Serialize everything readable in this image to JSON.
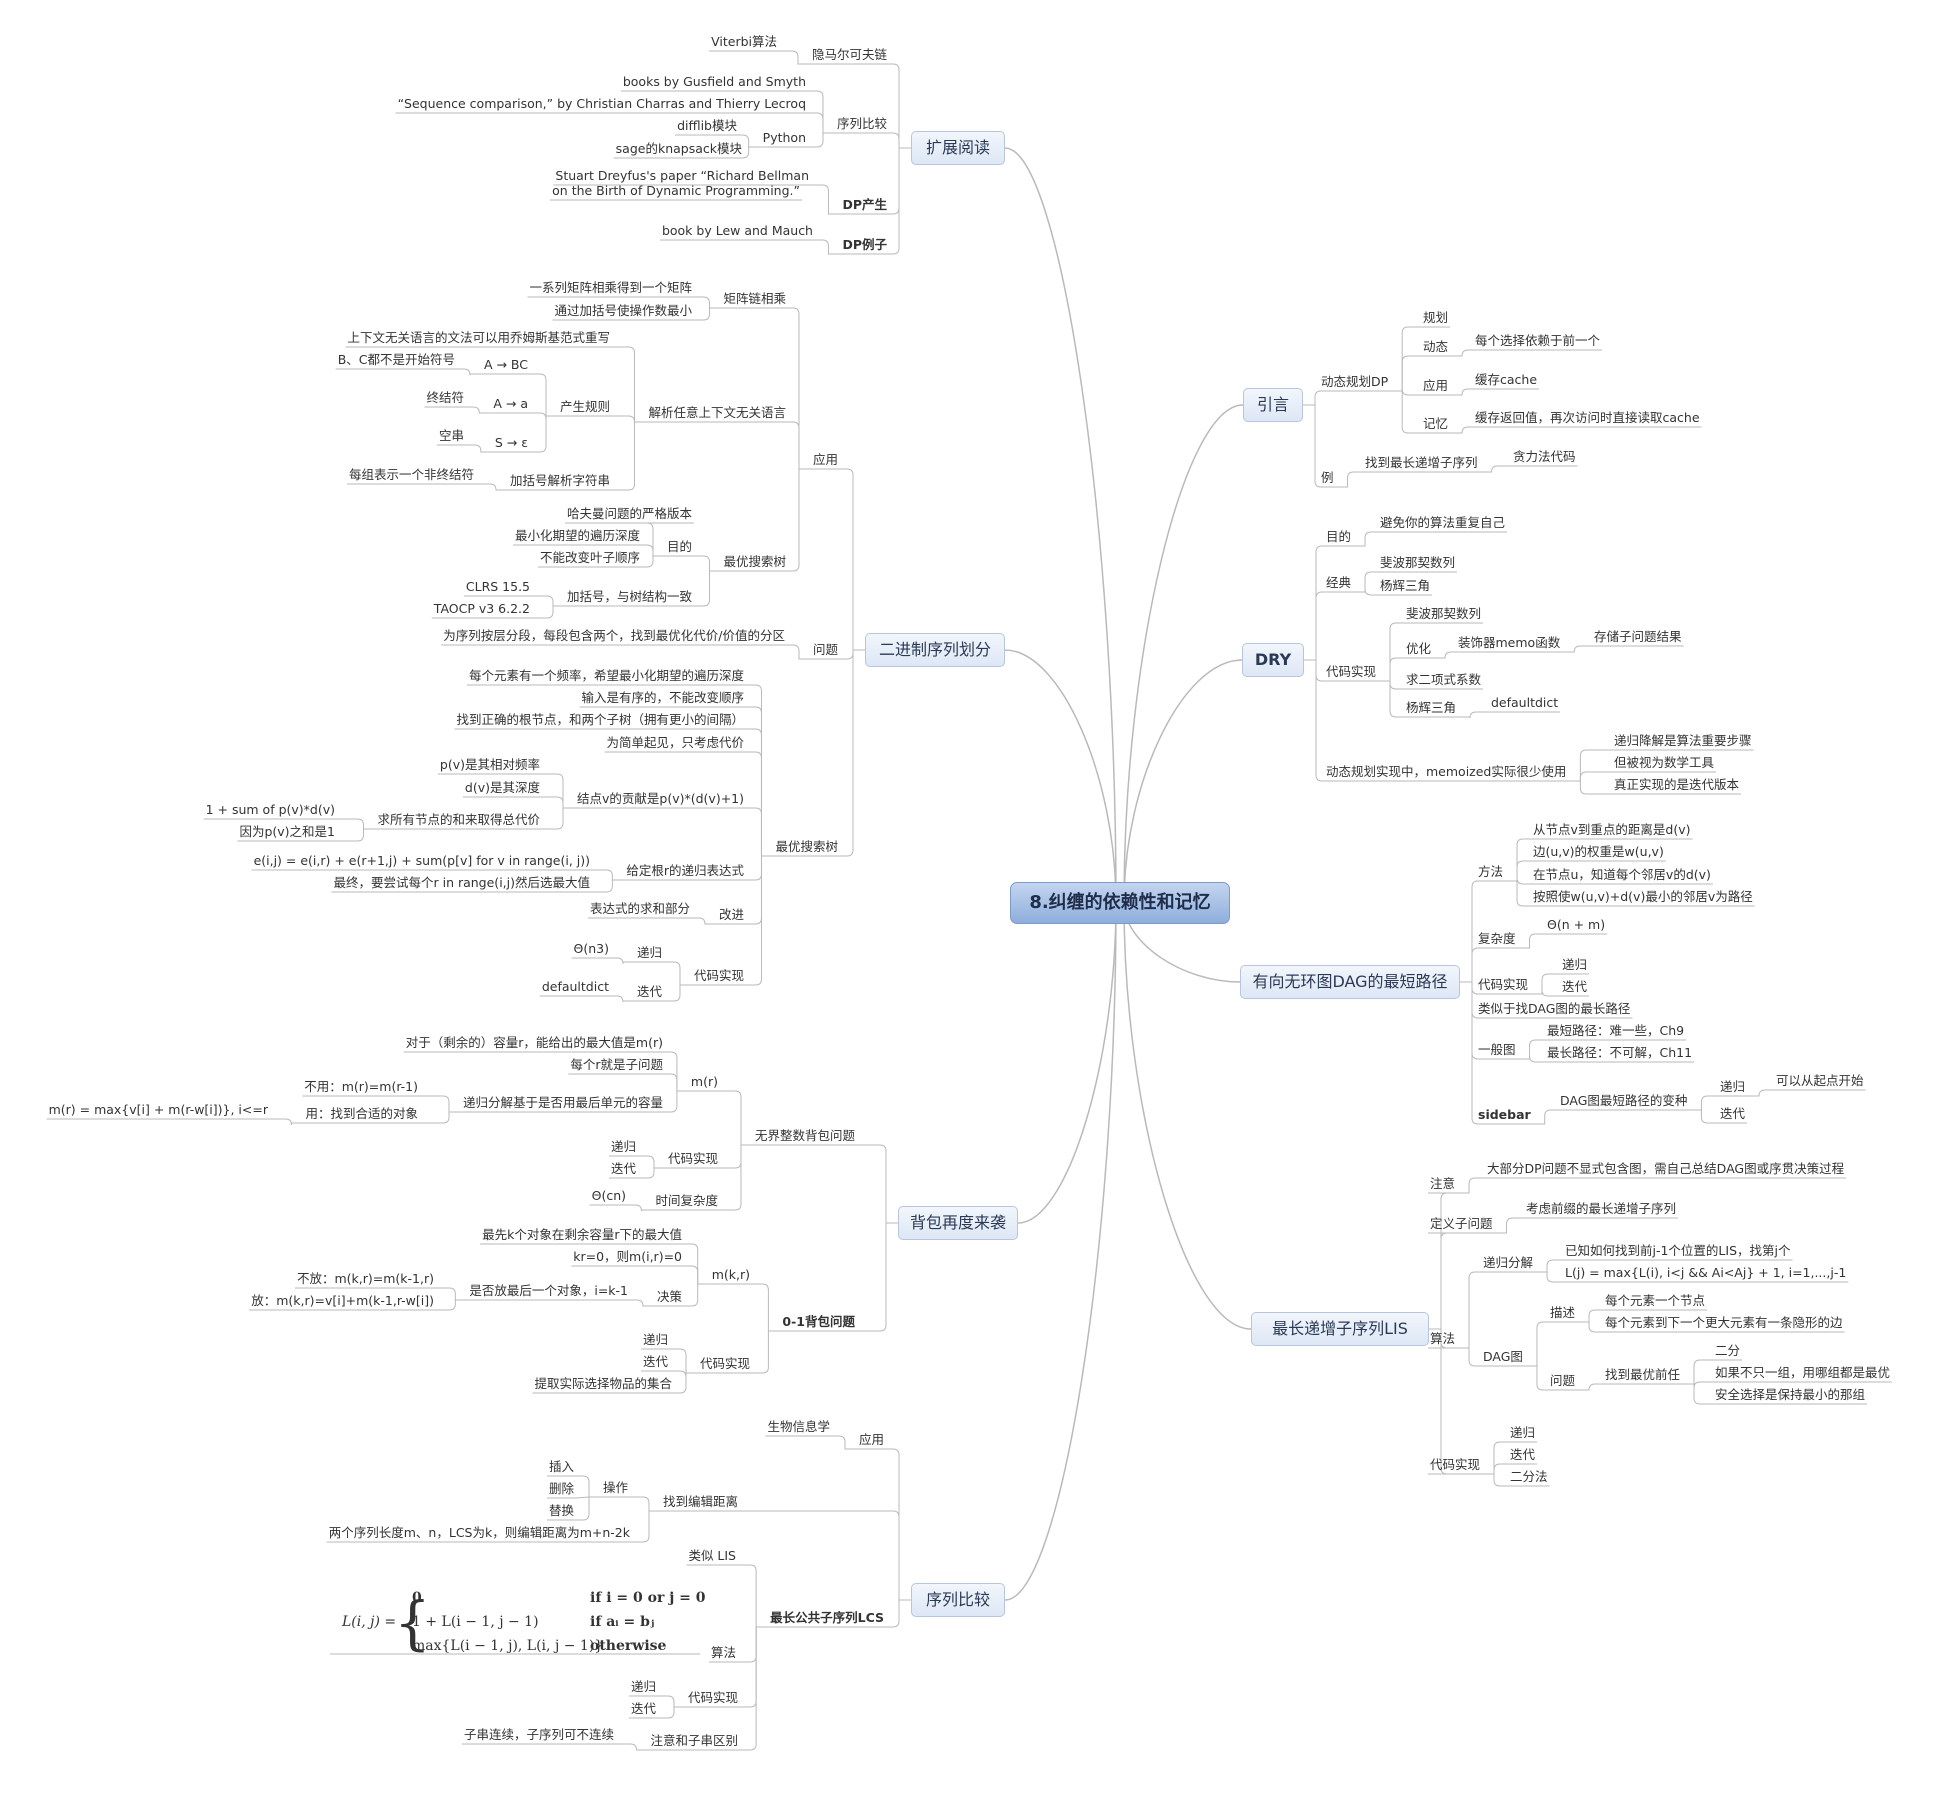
{
  "central": "8.纠缠的依赖性和记忆",
  "topics": {
    "t_ext": "扩展阅读",
    "t_bin": "二进制序列划分",
    "t_bag": "背包再度来袭",
    "t_seq": "序列比较",
    "t_intro": "引言",
    "t_dry": "DRY",
    "t_dag": "有向无环图DAG的最短路径",
    "t_lis": "最长递增子序列LIS"
  },
  "labels": {
    "e1": "隐马尔可夫链",
    "e1a": "Viterbi算法",
    "e2": "序列比较",
    "e2a": "books by Gusfield and Smyth",
    "e2b": "“Sequence comparison,” by Christian Charras and Thierry Lecroq",
    "e2c": "Python",
    "e2c1": "difflib模块",
    "e2c2": "sage的knapsack模块",
    "e3": "DP产生",
    "e3a1": "Stuart Dreyfus's paper “Richard Bellman",
    "e3a2": "on the Birth of Dynamic Programming.”",
    "e4": "DP例子",
    "e4a": "book by Lew and Mauch",
    "b1": "应用",
    "b1a": "矩阵链相乘",
    "b1a1": "一系列矩阵相乘得到一个矩阵",
    "b1a2": "通过加括号使操作数最小",
    "b1b": "解析任意上下文无关语言",
    "b1b1": "上下文无关语言的文法可以用乔姆斯基范式重写",
    "b1b2": "产生规则",
    "b1b2a": "A → BC",
    "b1b2a1": "B、C都不是开始符号",
    "b1b2b": "A → a",
    "b1b2b1": "终结符",
    "b1b2c": "S → ε",
    "b1b2c1": "空串",
    "b1b3": "加括号解析字符串",
    "b1b3a": "每组表示一个非终结符",
    "b1c": "最优搜索树",
    "b1c1": "目的",
    "b1c1a": "哈夫曼问题的严格版本",
    "b1c1b": "最小化期望的遍历深度",
    "b1c1c": "不能改变叶子顺序",
    "b1c2": "加括号，与树结构一致",
    "b1c2a": "CLRS 15.5",
    "b1c2b": "TAOCP v3 6.2.2",
    "b2": "问题",
    "b2a": "为序列按层分段，每段包含两个，找到最优化代价/价值的分区",
    "b3": "最优搜索树",
    "b3a": "每个元素有一个频率，希望最小化期望的遍历深度",
    "b3b": "输入是有序的，不能改变顺序",
    "b3c": "找到正确的根节点，和两个子树（拥有更小的间隔）",
    "b3d": "为简单起见，只考虑代价",
    "b3e": "结点v的贡献是p(v)*(d(v)+1)",
    "b3e1": "p(v)是其相对频率",
    "b3e2": "d(v)是其深度",
    "b3e3": "求所有节点的和来取得总代价",
    "b3e3a": "1 + sum of p(v)*d(v)",
    "b3e3b": "因为p(v)之和是1",
    "b3f": "给定根r的递归表达式",
    "b3f1": "e(i,j) = e(i,r) + e(r+1,j) + sum(p[v] for v in range(i, j))",
    "b3f2": "最终，要尝试每个r in range(i,j)然后选最大值",
    "b3g": "改进",
    "b3g1": "表达式的求和部分",
    "b3h": "代码实现",
    "b3h1": "递归",
    "b3h1a": "Θ(n3)",
    "b3h2": "迭代",
    "b3h2a": "defaultdict",
    "k1": "无界整数背包问题",
    "k1a": "m(r)",
    "k1a1": "对于（剩余的）容量r，能给出的最大值是m(r)",
    "k1a2": "每个r就是子问题",
    "k1a3": "递归分解基于是否用最后单元的容量",
    "k1a3a": "不用：m(r)=m(r-1)",
    "k1a3b": "用：找到合适的对象",
    "k1a3b1": "m(r) = max{v[i] + m(r-w[i])}, i<=r",
    "k1b": "代码实现",
    "k1b1": "递归",
    "k1b2": "迭代",
    "k1c": "时间复杂度",
    "k1c1": "Θ(cn)",
    "k2": "0-1背包问题",
    "k2a": "m(k,r)",
    "k2a1": "最先k个对象在剩余容量r下的最大值",
    "k2a2": "kr=0，则m(i,r)=0",
    "k2a3": "决策",
    "k2a3a": "是否放最后一个对象，i=k-1",
    "k2a3a1": "不放：m(k,r)=m(k-1,r)",
    "k2a3a2": "放：m(k,r)=v[i]+m(k-1,r-w[i])",
    "k2b": "代码实现",
    "k2b1": "递归",
    "k2b2": "迭代",
    "k2b3": "提取实际选择物品的集合",
    "s1": "应用",
    "s1a": "生物信息学",
    "s2": "找到编辑距离",
    "s2a": "操作",
    "s2a1": "插入",
    "s2a2": "删除",
    "s2a3": "替换",
    "s2b": "两个序列长度m、n，LCS为k，则编辑距离为m+n-2k",
    "s3": "最长公共子序列LCS",
    "s3a": "类似 LIS",
    "s3b": "算法",
    "s3c": "代码实现",
    "s3c1": "递归",
    "s3c2": "迭代",
    "s3d": "注意和子串区别",
    "s3d1": "子串连续，子序列可不连续",
    "i1": "动态规划DP",
    "i1a": "规划",
    "i1b": "动态",
    "i1b1": "每个选择依赖于前一个",
    "i1c": "应用",
    "i1c1": "缓存cache",
    "i1d": "记忆",
    "i1d1": "缓存返回值，再次访问时直接读取cache",
    "i2": "例",
    "i2a": "找到最长递增子序列",
    "i2a1": "贪力法代码",
    "d1": "目的",
    "d1a": "避免你的算法重复自己",
    "d2": "经典",
    "d2a": "斐波那契数列",
    "d2b": "杨辉三角",
    "d3": "代码实现",
    "d3a": "斐波那契数列",
    "d3b": "优化",
    "d3b1": "装饰器memo函数",
    "d3b1a": "存储子问题结果",
    "d3c": "求二项式系数",
    "d3d": "杨辉三角",
    "d3d1": "defaultdict",
    "d4": "动态规划实现中，memoized实际很少使用",
    "d4a": "递归降解是算法重要步骤",
    "d4b": "但被视为数学工具",
    "d4c": "真正实现的是迭代版本",
    "g1": "方法",
    "g1a": "从节点v到重点的距离是d(v)",
    "g1b": "边(u,v)的权重是w(u,v)",
    "g1c": "在节点u，知道每个邻居v的d(v)",
    "g1d": "按照使w(u,v)+d(v)最小的邻居v为路径",
    "g2": "复杂度",
    "g2a": "Θ(n + m)",
    "g3": "代码实现",
    "g3a": "递归",
    "g3b": "迭代",
    "g4": "类似于找DAG图的最长路径",
    "g5": "一般图",
    "g5a": "最短路径：难一些，Ch9",
    "g5b": "最长路径：不可解，Ch11",
    "g6": "sidebar",
    "g6a": "DAG图最短路径的变种",
    "g6a1": "递归",
    "g6a1a": "可以从起点开始",
    "g6a2": "迭代",
    "l1": "注意",
    "l1a": "大部分DP问题不显式包含图，需自己总结DAG图或序贯决策过程",
    "l2": "定义子问题",
    "l2a": "考虑前缀的最长递增子序列",
    "l3": "算法",
    "l3a": "递归分解",
    "l3a1": "已知如何找到前j-1个位置的LIS，找第j个",
    "l3a2": "L(j) = max{L(i), i<j && Ai<Aj} + 1, i=1,...,j-1",
    "l3b": "DAG图",
    "l3b1": "描述",
    "l3b1a": "每个元素一个节点",
    "l3b1b": "每个元素到下一个更大元素有一条隐形的边",
    "l3b2": "问题",
    "l3b2a": "找到最优前任",
    "l3b2a1": "二分",
    "l3b2a2": "如果不只一组，用哪组都是最优",
    "l3b2a3": "安全选择是保持最小的那组",
    "l4": "代码实现",
    "l4a": "递归",
    "l4b": "迭代",
    "l4c": "二分法"
  },
  "formula": {
    "lhs": "L(i, j) =",
    "case1": "0",
    "cond1": "if i = 0 or j = 0",
    "case2": "1 + L(i − 1, j − 1)",
    "cond2": "if aᵢ = bⱼ",
    "case3": "max{L(i − 1, j), L(i, j − 1)}",
    "cond3": "otherwise"
  }
}
